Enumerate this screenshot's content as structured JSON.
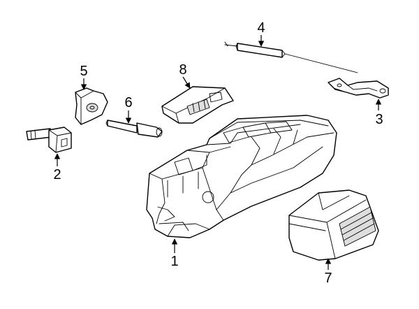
{
  "diagram": {
    "background": "#ffffff",
    "stroke": "#000000",
    "callouts": [
      {
        "id": "1",
        "label": "1"
      },
      {
        "id": "2",
        "label": "2"
      },
      {
        "id": "3",
        "label": "3"
      },
      {
        "id": "4",
        "label": "4"
      },
      {
        "id": "5",
        "label": "5"
      },
      {
        "id": "6",
        "label": "6"
      },
      {
        "id": "7",
        "label": "7"
      },
      {
        "id": "8",
        "label": "8"
      }
    ]
  }
}
